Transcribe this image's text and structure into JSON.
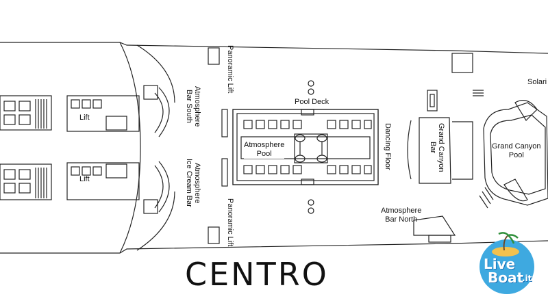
{
  "deck": {
    "name": "CENTRO",
    "labels": {
      "solarium": "Solari",
      "panoramic_lift_top": "Panoramic Lift",
      "panoramic_lift_bottom": "Panoramic Lift",
      "pool_deck": "Pool Deck",
      "atmosphere_bar_south": "Atmosphere\nBar South",
      "atmosphere_ice_cream_bar": "Atmosphere\nIce Cream Bar",
      "lift_top": "Lift",
      "lift_bottom": "Lift",
      "atmosphere_pool": "Atmosphere\nPool",
      "dancing_floor": "Dancing Floor",
      "grand_canyon_bar": "Grand Canyon\nBar",
      "grand_canyon_pool": "Grand Canyon\nPool",
      "atmosphere_bar_north": "Atmosphere\nBar North"
    }
  },
  "watermark": {
    "line1": "Live",
    "line2": "Boat",
    "suffix": ".it",
    "blue": "#1a6fb5",
    "sea": "#3ea9e0",
    "sand": "#f2c14e"
  }
}
